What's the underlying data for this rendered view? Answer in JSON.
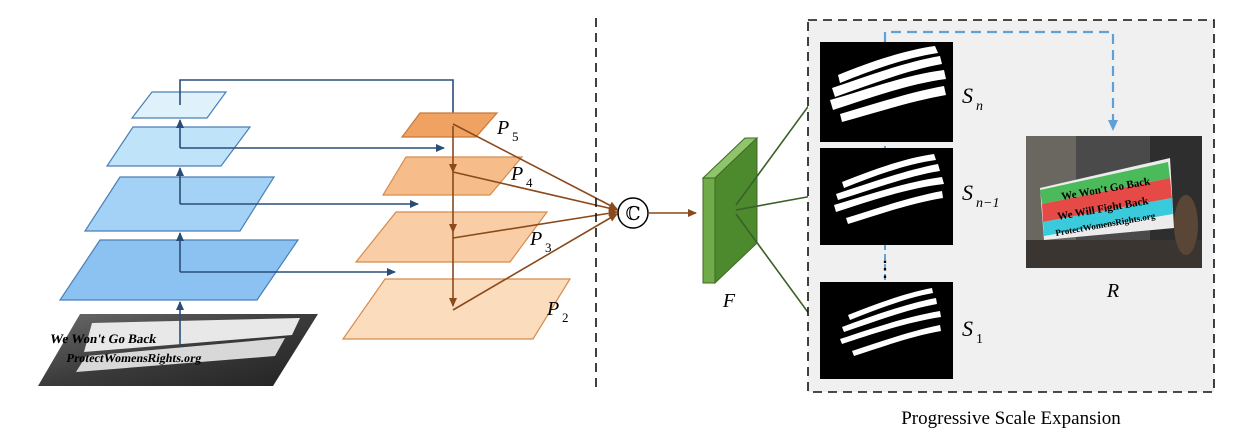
{
  "labels": {
    "p5": "P",
    "p5_sub": "5",
    "p4": "P",
    "p4_sub": "4",
    "p3": "P",
    "p3_sub": "3",
    "p2": "P",
    "p2_sub": "2",
    "concat": "ℂ",
    "feature": "F",
    "sn": "S",
    "sn_sub": "n",
    "sn1": "S",
    "sn1_sub": "n−1",
    "s1": "S",
    "s1_sub": "1",
    "ellipsis": "⋮",
    "result": "R",
    "module_caption": "Progressive Scale Expansion"
  },
  "photo_text": {
    "line1": "We Won't Go Back",
    "line2": "We Will Fight Back",
    "line3": "ProtectWomensRights.org"
  },
  "colors": {
    "blue_levels": [
      "#dff2fb",
      "#bfe3f8",
      "#a3d2f6",
      "#8cc2f2"
    ],
    "orange_levels": [
      "#f0a262",
      "#f6bd8a",
      "#f9cda5",
      "#fbdcbc"
    ],
    "blue_arrow": "#2a4d78",
    "brown_arrow": "#8a4a1c",
    "green_arrow": "#3a6127",
    "dash_blue": "#5fa1d6",
    "feature_green": "#5f9a3b"
  }
}
